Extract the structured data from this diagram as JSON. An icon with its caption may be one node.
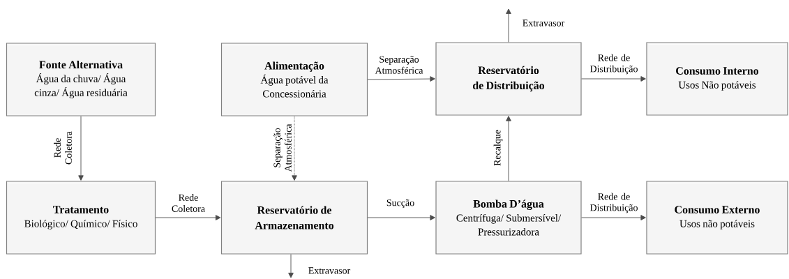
{
  "diagram": {
    "nodes": [
      {
        "text": [
          "Fonte Alternativa",
          "Água da chuva/ Água cinza/ Água residuária"
        ]
      },
      {
        "text": [
          "Alimentação",
          "Água potável da Concessionária"
        ]
      },
      {
        "text": [
          "Reservatório de Distribuição"
        ]
      },
      {
        "text": [
          "Consumo Interno",
          "Usos Não potáveis"
        ]
      },
      {
        "text": [
          "Tratamento",
          "Biológico/ Químico/ Físico"
        ]
      },
      {
        "text": [
          "Reservatório de Armazenamento"
        ]
      },
      {
        "text": [
          "Bomba D’água",
          "Centrífuga/ Submersível/ Pressurizadora"
        ]
      },
      {
        "text": [
          "Consumo Externo",
          "Usos não potáveis"
        ]
      }
    ],
    "edges": [
      {
        "from": 0,
        "to": 4,
        "arrow": "to",
        "label": "Rede Coletora"
      },
      {
        "from": 1,
        "to": 5,
        "arrow": "to",
        "label": "Separação Atmosférica",
        "style": "dashed"
      },
      {
        "from": 1,
        "to": 2,
        "arrow": "to",
        "label": "Separação Atmosférica"
      },
      {
        "from": 2,
        "to": 3,
        "arrow": "to",
        "label": "Rede de Distribuição"
      },
      {
        "from": 4,
        "to": 5,
        "arrow": "to",
        "label": "Rede Coletora"
      },
      {
        "from": 5,
        "to": 6,
        "arrow": "to",
        "label": "Sucção"
      },
      {
        "from": 6,
        "to": 2,
        "arrow": "to",
        "label": "Recalque"
      },
      {
        "from": 6,
        "to": 7,
        "arrow": "to",
        "label": "Rede de Distribuição"
      },
      {
        "from": 2,
        "to": null,
        "arrow": "to",
        "label": "Extravasor"
      },
      {
        "from": 5,
        "to": null,
        "arrow": "to",
        "label": "Extravasor"
      }
    ]
  }
}
